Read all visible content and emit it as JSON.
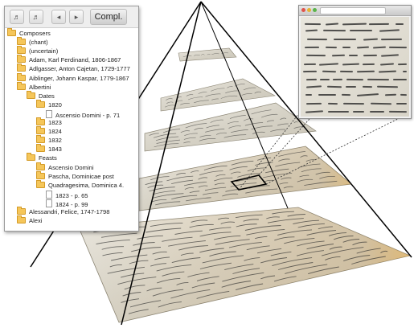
{
  "toolbar": {
    "buttons": [
      {
        "name": "expand-button",
        "glyph": "♬"
      },
      {
        "name": "collapse-button",
        "glyph": "♬"
      },
      {
        "name": "back-button",
        "glyph": "◂"
      },
      {
        "name": "forward-button",
        "glyph": "▸"
      }
    ],
    "compl_label": "Compl."
  },
  "tree": [
    {
      "label": "Composers",
      "type": "folder",
      "depth": 0
    },
    {
      "label": "(chant)",
      "type": "folder",
      "depth": 1
    },
    {
      "label": "(uncertain)",
      "type": "folder",
      "depth": 1
    },
    {
      "label": "Adam, Karl Ferdinand, 1806-1867",
      "type": "folder",
      "depth": 1
    },
    {
      "label": "Adlgasser, Anton Cajetan, 1729-1777",
      "type": "folder",
      "depth": 1
    },
    {
      "label": "Aiblinger, Johann Kaspar, 1779-1867",
      "type": "folder",
      "depth": 1
    },
    {
      "label": "Albertini",
      "type": "folder",
      "depth": 1
    },
    {
      "label": "Dates",
      "type": "folder",
      "depth": 2
    },
    {
      "label": "1820",
      "type": "folder",
      "depth": 3
    },
    {
      "label": "Ascensio Domini - p. 71",
      "type": "doc",
      "depth": 4
    },
    {
      "label": "1823",
      "type": "folder",
      "depth": 3
    },
    {
      "label": "1824",
      "type": "folder",
      "depth": 3
    },
    {
      "label": "1832",
      "type": "folder",
      "depth": 3
    },
    {
      "label": "1843",
      "type": "folder",
      "depth": 3
    },
    {
      "label": "Feasts",
      "type": "folder",
      "depth": 2
    },
    {
      "label": "Ascensio Domini",
      "type": "folder",
      "depth": 3
    },
    {
      "label": "Pascha, Dominicae post",
      "type": "folder",
      "depth": 3
    },
    {
      "label": "Quadragesima, Dominica 4.",
      "type": "folder",
      "depth": 3
    },
    {
      "label": "1823 - p. 65",
      "type": "doc",
      "depth": 4
    },
    {
      "label": "1824 - p. 99",
      "type": "doc",
      "depth": 4
    },
    {
      "label": "Alessandri, Felice, 1747-1798",
      "type": "folder",
      "depth": 1
    },
    {
      "label": "Alexi",
      "type": "folder",
      "depth": 1
    }
  ],
  "colors": {
    "folder": "#f5c65a",
    "paper": "#d9d5c9",
    "ink": "#2b2b2b",
    "line": "#000000",
    "edge_glow": "#e8a020"
  }
}
